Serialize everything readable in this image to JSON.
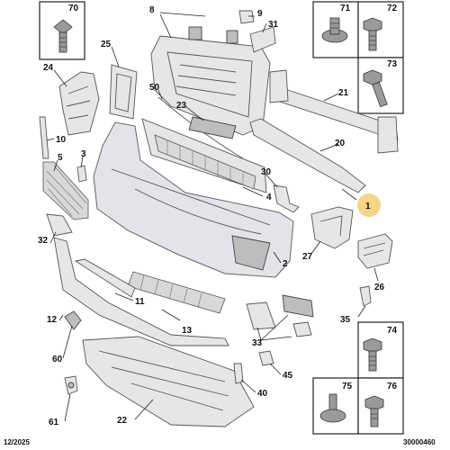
{
  "labels": {
    "l1": "1",
    "l2": "2",
    "l3": "3",
    "l4": "4",
    "l5": "5",
    "l8": "8",
    "l9": "9",
    "l10": "10",
    "l11": "11",
    "l12": "12",
    "l13": "13",
    "l20": "20",
    "l21": "21",
    "l22": "22",
    "l23": "23",
    "l24": "24",
    "l25": "25",
    "l26": "26",
    "l27": "27",
    "l30": "30",
    "l31": "31",
    "l32": "32",
    "l33": "33",
    "l35": "35",
    "l40": "40",
    "l45": "45",
    "l50": "50",
    "l60": "60",
    "l61": "61"
  },
  "boxes": {
    "b70": "70",
    "b71": "71",
    "b72": "72",
    "b73": "73",
    "b74": "74",
    "b75": "75",
    "b76": "76"
  },
  "footer": {
    "date": "12/2025",
    "ref": "30000460"
  },
  "colors": {
    "highlight": "#f6d48a",
    "bumper": "#e2e4ea",
    "line": "#555555"
  }
}
